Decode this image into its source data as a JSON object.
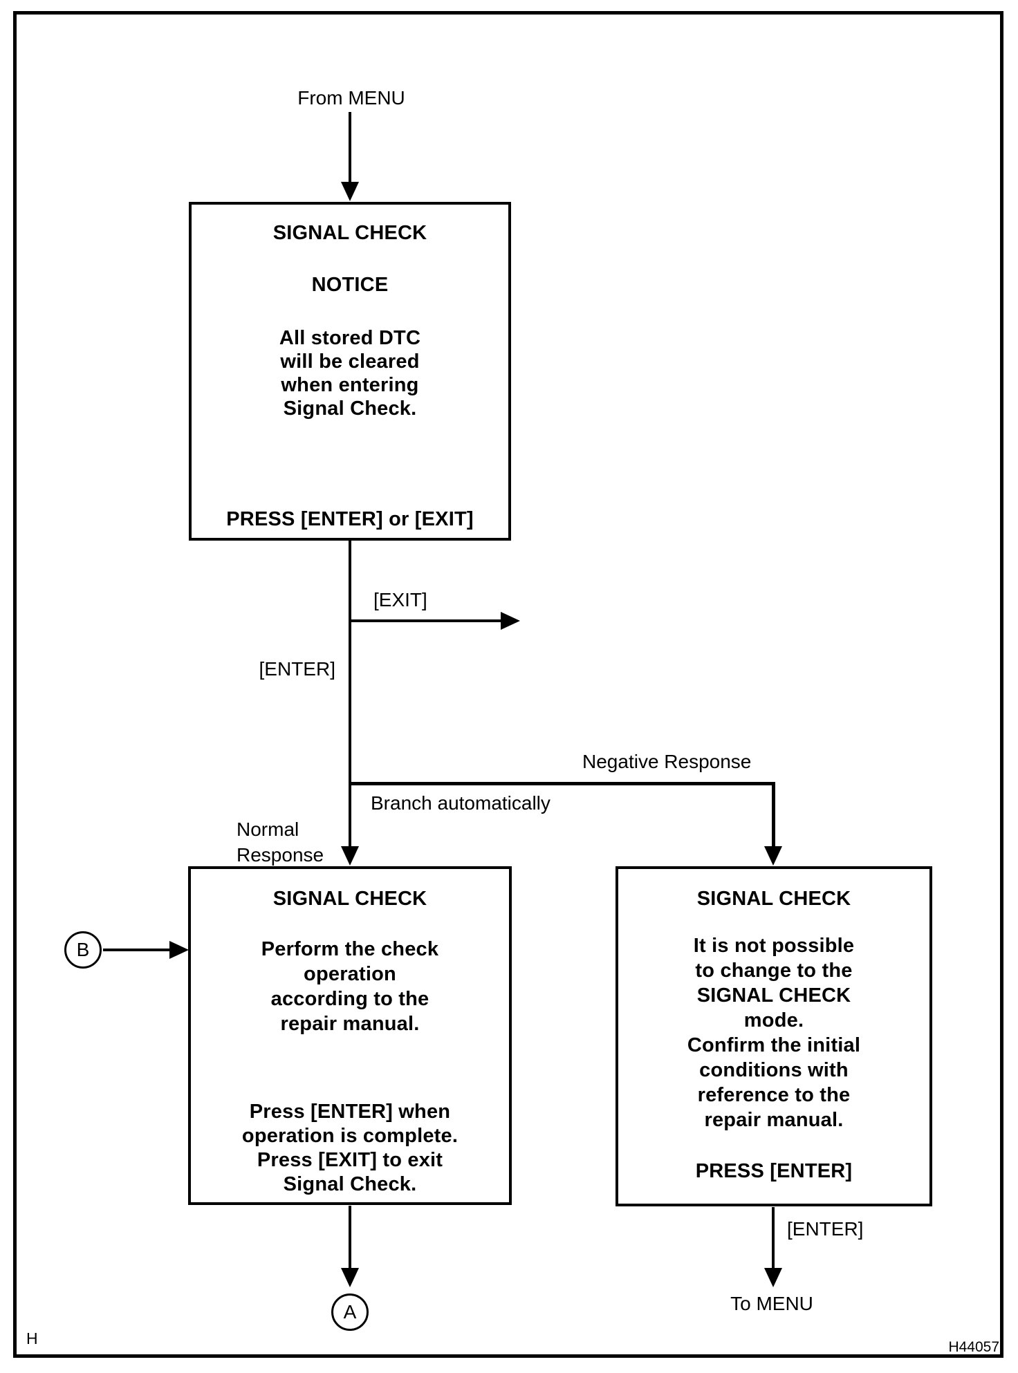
{
  "page": {
    "from_menu_label": "From MENU",
    "corner_mark": "H",
    "figure_number": "H44057"
  },
  "notice_box": {
    "title": "SIGNAL CHECK",
    "subtitle": "NOTICE",
    "body_lines": [
      "All stored DTC",
      "will be cleared",
      "when entering",
      "Signal Check."
    ],
    "footer": "PRESS [ENTER] or [EXIT]"
  },
  "normal_box": {
    "title": "SIGNAL CHECK",
    "body_lines": [
      "Perform the check",
      "operation",
      "according to the",
      "repair manual."
    ],
    "footer_lines": [
      "Press [ENTER] when",
      "operation is complete.",
      "Press [EXIT] to exit",
      "Signal Check."
    ]
  },
  "negative_box": {
    "title": "SIGNAL CHECK",
    "body_lines": [
      "It is not possible",
      "to change to the",
      "SIGNAL CHECK",
      "mode.",
      "Confirm the initial",
      "conditions with",
      "reference to the",
      "repair manual."
    ],
    "footer": "PRESS [ENTER]"
  },
  "edge_labels": {
    "exit": "[EXIT]",
    "enter": "[ENTER]",
    "negative_response": "Negative Response",
    "branch_automatically": "Branch automatically",
    "normal_response_line1": "Normal",
    "normal_response_line2": "Response",
    "enter_bottom": "[ENTER]",
    "to_menu": "To MENU"
  },
  "connectors": {
    "a_label": "A",
    "b_label": "B"
  },
  "colors": {
    "ink": "#000000",
    "paper": "#ffffff"
  }
}
